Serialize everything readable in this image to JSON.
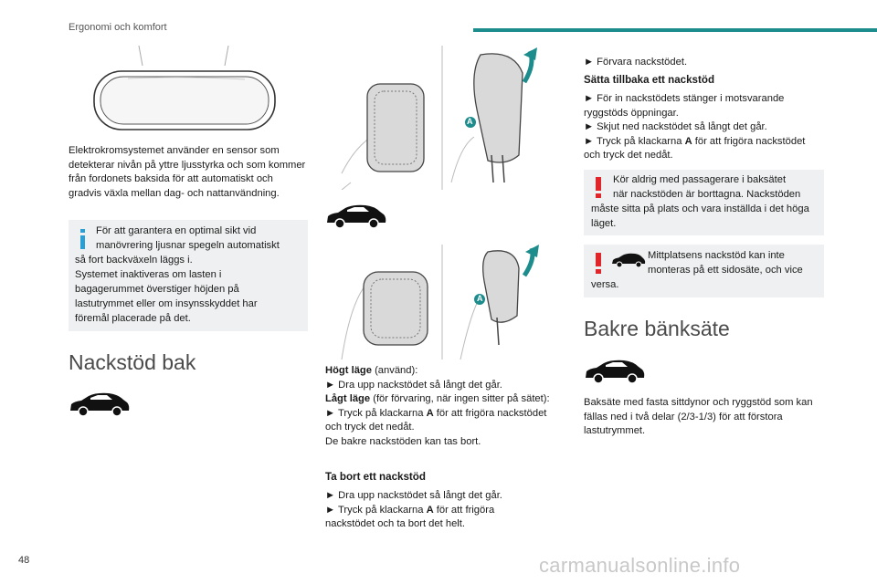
{
  "header": {
    "section": "Ergonomi och komfort"
  },
  "page_number": "48",
  "watermark": "carmanualsonline.info",
  "col1": {
    "para1": "Elektrokromsystemet använder en sensor som detekterar nivån på yttre ljusstyrka och som kommer från fordonets baksida för att automatiskt och gradvis växla mellan dag- och nattanvändning.",
    "info_line1": "För att garantera en optimal sikt vid",
    "info_line2": "manövrering ljusnar spegeln automatiskt",
    "info_rest": "så fort backväxeln läggs i.",
    "info_line4": "Systemet inaktiveras om lasten i",
    "info_line5": "bagagerummet överstiger höjden på",
    "info_line6": "lastutrymmet eller om insynsskyddet har",
    "info_line7": "föremål placerade på det.",
    "heading": "Nackstöd bak"
  },
  "col2": {
    "label_a1": "A",
    "label_a2": "A",
    "high_bold": "Högt läge",
    "high_rest": " (använd):",
    "high_step": "► Dra upp nackstödet så långt det går.",
    "low_bold": "Lågt läge",
    "low_rest": " (för förvaring, när ingen sitter på sätet):",
    "low_step_pre": "► Tryck på klackarna ",
    "low_step_bold": "A",
    "low_step_post": " för att frigöra nackstödet och tryck det nedåt.",
    "low_note": "De bakre nackstöden kan tas bort.",
    "remove_heading": "Ta bort ett nackstöd",
    "remove_step1": "► Dra upp nackstödet så långt det går.",
    "remove_step2_pre": "► Tryck på klackarna ",
    "remove_step2_bold": "A",
    "remove_step2_post": " för att frigöra nackstödet och ta bort det helt."
  },
  "col3": {
    "store": "► Förvara nackstödet.",
    "refit_heading": "Sätta tillbaka ett nackstöd",
    "refit_step1": "► För in nackstödets stänger i motsvarande ryggstöds öppningar.",
    "refit_step2": "► Skjut ned nackstödet så långt det går.",
    "refit_step3_pre": "► Tryck på klackarna ",
    "refit_step3_bold": "A",
    "refit_step3_post": " för att frigöra nackstödet och tryck det nedåt.",
    "warn1_line1": "Kör aldrig med passagerare i baksätet",
    "warn1_line2": "när nackstöden är borttagna. Nackstöden",
    "warn1_rest": "måste sitta på plats och vara inställda i det höga läget.",
    "warn2_line1": "Mittplatsens nackstöd kan inte",
    "warn2_line2": "monteras på ett sidosäte, och vice",
    "warn2_rest": "versa.",
    "heading": "Bakre bänksäte",
    "para": "Baksäte med fasta sittdynor och ryggstöd som kan fällas ned i två delar (2/3-1/3) för att förstora lastutrymmet."
  },
  "colors": {
    "accent": "#1c8c8c",
    "info": "#2a9fd6",
    "warning": "#e0262b",
    "note_bg": "#eef0f1"
  },
  "icons": [
    "info-icon",
    "warning-icon",
    "car-icon"
  ]
}
